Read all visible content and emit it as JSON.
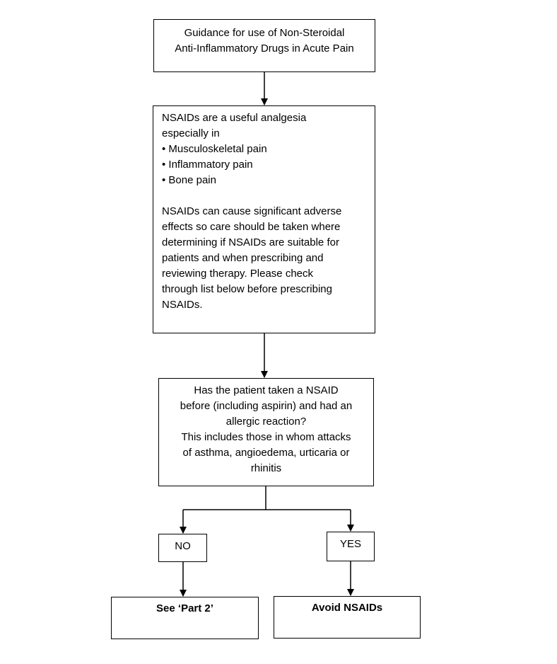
{
  "flowchart": {
    "title_lines": [
      "Guidance for use of Non-Steroidal",
      "Anti-Inflammatory Drugs in Acute Pain"
    ],
    "info": {
      "intro_line_1": "NSAIDs are a useful analgesia",
      "intro_line_2": "especially in",
      "bullets": [
        "• Musculoskeletal pain",
        "• Inflammatory pain",
        "• Bone pain"
      ],
      "warning_lines": [
        "NSAIDs can cause significant adverse",
        "effects so care should be taken where",
        "determining if NSAIDs are suitable for",
        "patients and when  prescribing and",
        "reviewing therapy. Please check",
        "through list below before prescribing",
        "NSAIDs."
      ]
    },
    "question_lines": [
      "Has the patient taken a NSAID",
      "before (including aspirin) and had an",
      "allergic reaction?",
      "This includes those in whom attacks",
      "of asthma, angioedema, urticaria or",
      "rhinitis"
    ],
    "no_label": "NO",
    "yes_label": "YES",
    "no_outcome": "See ‘Part 2’",
    "yes_outcome": "Avoid NSAIDs"
  },
  "colors": {
    "line": "#000000",
    "background": "#ffffff"
  }
}
